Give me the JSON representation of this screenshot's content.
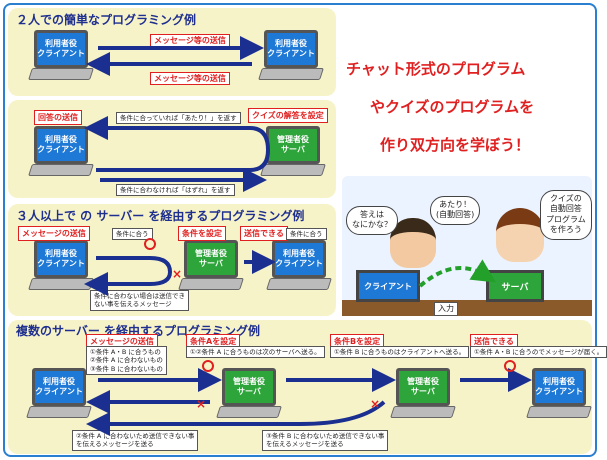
{
  "colors": {
    "accent": "#e02020",
    "arrow": "#1a2f8f",
    "panel": "#f7f3c8",
    "client": "#1e78d6",
    "server": "#2ea53a",
    "frame": "#2a7fd0"
  },
  "panel1": {
    "title": "２人での簡単なプログラミング例",
    "left_label": "利用者役\nクライアント",
    "right_label": "利用者役\nクライアント",
    "msg_right": "メッセージ等の送信",
    "msg_left": "メッセージ等の送信"
  },
  "panel2": {
    "client_label": "利用者役\nクライアント",
    "server_label": "管理者役\nサーバ",
    "tag_answer": "回答の送信",
    "tag_quiz": "クイズの解答を設定",
    "note_match": "条件に合っていれば「あたり！」を返す",
    "note_nomatch": "条件に合わなければ「はずれ」を返す"
  },
  "panel3": {
    "title": "３人以上で の サーバー を経由するプログラミング例",
    "client_label": "利用者役\nクライアント",
    "server_label": "管理者役\nサーバ",
    "client2_label": "利用者役\nクライアント",
    "tag_send": "メッセージの送信",
    "note_cond": "条件に合う",
    "tag_set": "条件を設定",
    "tag_can": "送信できる",
    "note_cond2": "条件に合う",
    "note_fail": "条件に合わない場合は送信でき\nない事を伝えるメッセージ"
  },
  "panel4": {
    "title": "複数のサーバー を経由するプログラミング例",
    "client_label": "利用者役\nクライアント",
    "serverA_label": "管理者役\nサーバ",
    "serverB_label": "管理者役\nサーバ",
    "client2_label": "利用者役\nクライアント",
    "tag_send": "メッセージの送信",
    "note_send": "①条件 A・B に合うもの\n②条件 A に合わないもの\n③条件 B に合わないもの",
    "tag_A": "条件Aを設定",
    "note_A": "①②条件 A に合うものは次のサーバへ送る。",
    "tag_B": "条件Bを設定",
    "note_B": "①条件 B に合うものはクライアントへ送る。",
    "tag_can": "送信できる",
    "note_can": "①条件 A・B に合うのでメッセージが届く。",
    "note_failA": "②条件 A に合わないため送信できない事\nを伝えるメッセージを送る",
    "note_failB": "③条件 B に合わないため送信できない事\nを伝えるメッセージを送る"
  },
  "catchphrase": {
    "line1": "チャット形式のプログラム",
    "line2": "やクイズのプログラムを",
    "line3": "作り双方向を学ぼう！"
  },
  "illustration": {
    "bubble_boy": "答えは\nなにかな？",
    "bubble_answer": "あたり！\n(自動回答)",
    "bubble_girl": "クイズの\n自動回答\nプログラム\nを作ろう",
    "client_screen": "クライアント",
    "server_screen": "サーバ",
    "input_label": "入力"
  }
}
